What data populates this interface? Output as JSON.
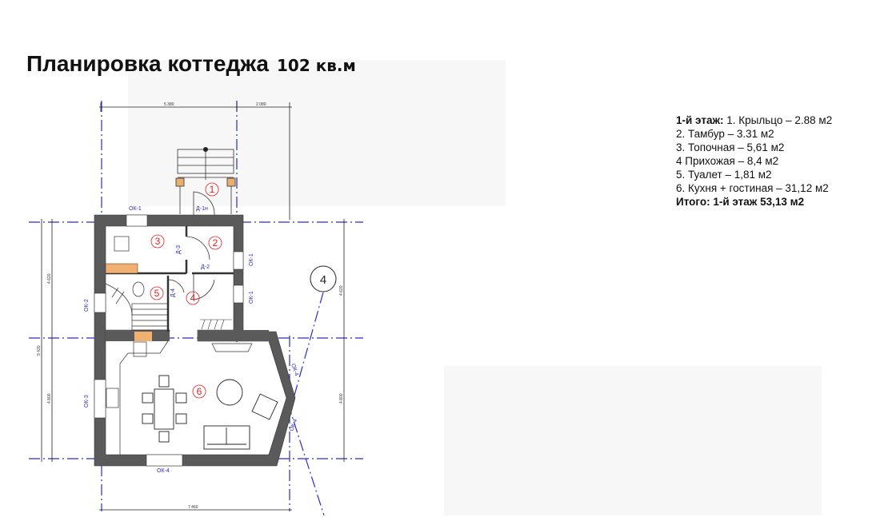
{
  "title": "Планировка коттеджа",
  "area": "102 кв.м",
  "legend": {
    "floor_label": "1-й этаж:",
    "items": [
      "1. Крыльцо – 2.88 м2",
      "2. Тамбур – 3.31 м2",
      "3. Топочная – 5,61 м2",
      "4 Прихожая – 8,4 м2",
      "5. Туалет – 1,81 м2",
      "6. Кухня + гостиная – 31,12 м2"
    ],
    "total": "Итого: 1-й этаж 53,13 м2"
  },
  "plan": {
    "dimensions": {
      "top_left": "5 380",
      "top_right": "2 080",
      "left_upper": "4 620",
      "left_total": "9 420",
      "left_lower": "4 800",
      "right_upper": "4 620",
      "right_lower": "4 800",
      "bottom": "7 460"
    },
    "room_numbers": [
      "1",
      "2",
      "3",
      "4",
      "5",
      "6"
    ],
    "windows": {
      "ok1_top": "ОК-1",
      "ok1_right_a": "ОК-1",
      "ok1_right_b": "ОК-1",
      "ok2": "ОК-2",
      "ok3": "ОК-3",
      "ok4_bottom": "ОК-4",
      "ok4_diag_a": "ОК-4",
      "ok4_diag_b": "ОК-4"
    },
    "doors": {
      "d1n": "Д-1н",
      "d2": "Д-2",
      "d3": "Д-3",
      "d4": "Д-4"
    },
    "axis_marker": "4"
  }
}
